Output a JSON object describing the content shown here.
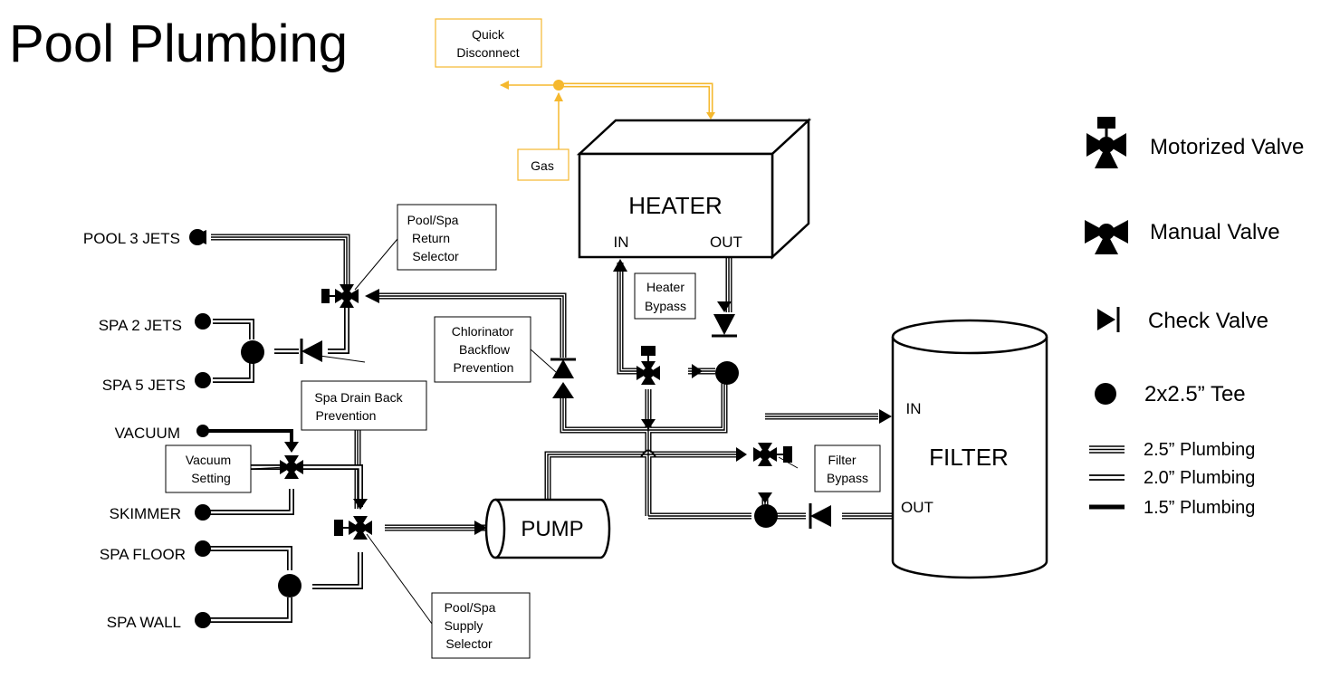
{
  "title": "Pool Plumbing",
  "colors": {
    "line": "#000000",
    "gas": "#f5b82e",
    "background": "#ffffff"
  },
  "components": {
    "heater": {
      "name": "HEATER",
      "in": "IN",
      "out": "OUT"
    },
    "filter": {
      "name": "FILTER",
      "in": "IN",
      "out": "OUT"
    },
    "pump": {
      "name": "PUMP"
    }
  },
  "endpoints": {
    "pool3": "POOL 3 JETS",
    "spa2": "SPA 2 JETS",
    "spa5": "SPA 5 JETS",
    "vacuum": "VACUUM",
    "skimmer": "SKIMMER",
    "spa_floor": "SPA FLOOR",
    "spa_wall": "SPA WALL"
  },
  "callouts": {
    "quick_disconnect": [
      "Quick",
      "Disconnect"
    ],
    "gas": [
      "Gas"
    ],
    "return_selector": [
      "Pool/Spa",
      "Return",
      "Selector"
    ],
    "chlorinator": [
      "Chlorinator",
      "Backflow",
      "Prevention"
    ],
    "heater_bypass": [
      "Heater",
      "Bypass"
    ],
    "spa_drain": [
      "Spa Drain Back",
      "Prevention"
    ],
    "vacuum_setting": [
      "Vacuum",
      "Setting"
    ],
    "filter_bypass": [
      "Filter",
      "Bypass"
    ],
    "supply_selector": [
      "Pool/Spa",
      "Supply",
      "Selector"
    ]
  },
  "legend": {
    "motorized": "Motorized Valve",
    "manual": "Manual Valve",
    "check": "Check Valve",
    "tee": "2x2.5” Tee",
    "p25": "2.5” Plumbing",
    "p20": "2.0” Plumbing",
    "p15": "1.5” Plumbing"
  }
}
